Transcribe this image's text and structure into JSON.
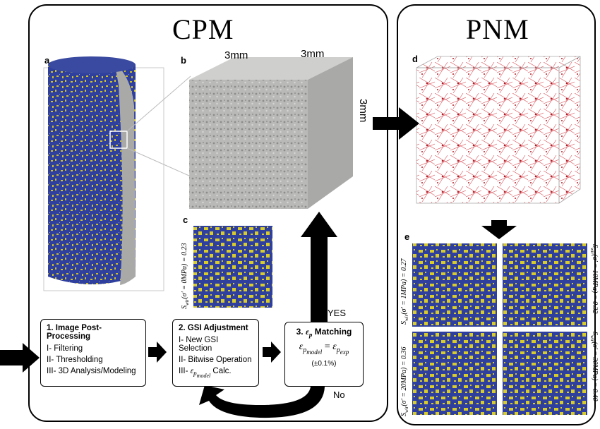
{
  "titles": {
    "cpm": "CPM",
    "pnm": "PNM"
  },
  "panel_labels": {
    "a": "a",
    "b": "b",
    "c": "c",
    "d": "d",
    "e": "e"
  },
  "dimensions": {
    "top_left": "3mm",
    "top_right": "3mm",
    "side": "3mm"
  },
  "step1": {
    "title": "1. Image Post-Processing",
    "items": [
      "I- Filtering",
      "II- Thresholding",
      "III- 3D Analysis/Modeling"
    ]
  },
  "step2": {
    "title": "2. GSI Adjustment",
    "items": [
      "I- New GSI Selection",
      "II- Bitwise Operation"
    ],
    "item3_prefix": "III- ",
    "item3_symbol": "ε",
    "item3_sub": "p",
    "item3_subsub": "model",
    "item3_suffix": " Calc."
  },
  "step3": {
    "title_prefix": "3. ",
    "title_symbol": "ε",
    "title_sub": "p",
    "title_suffix": " Matching",
    "eq_lhs": "ε",
    "eq_lhs_sub": "p",
    "eq_lhs_subsub": "model",
    "eq_equals": " = ",
    "eq_rhs": "ε",
    "eq_rhs_sub": "p",
    "eq_rhs_subsub": "exp",
    "tolerance": "(±0.1%)"
  },
  "flow": {
    "yes": "YES",
    "no": "No"
  },
  "saturation_labels": {
    "c": "S",
    "c_sub": "wir",
    "c_text": "(σ′ = 0MPa) = 0.23",
    "e1": "(σ′ = 1MPa) = 0.27",
    "e2": "(σ′ = 10MPa) = 0.32",
    "e3": "(σ′ = 20MPa) = 0.36",
    "e4": "(σ′ = 30MPa) = 0.40"
  },
  "colors": {
    "blue": "#2e3f9e",
    "yellow": "#cfc12a",
    "gray": "#a9aaa8",
    "red": "#c2272f",
    "black": "#000000"
  }
}
